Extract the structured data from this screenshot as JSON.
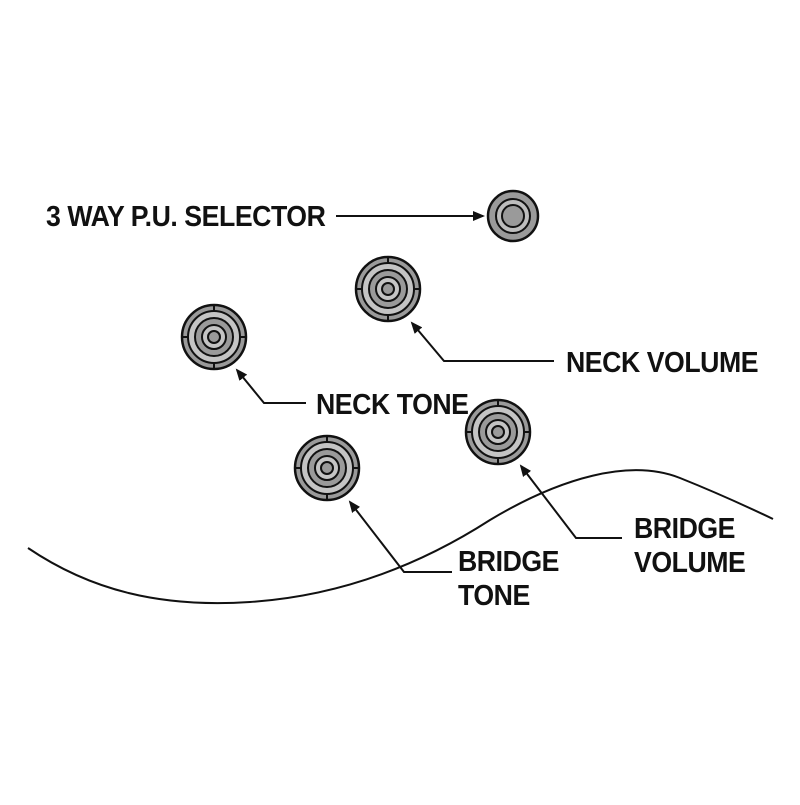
{
  "labels": {
    "selector": "3 WAY P.U. SELECTOR",
    "neck_volume": "NECK VOLUME",
    "neck_tone": "NECK TONE",
    "bridge_volume": [
      "BRIDGE",
      "VOLUME"
    ],
    "bridge_tone": [
      "BRIDGE",
      "TONE"
    ]
  },
  "colors": {
    "ink": "#111111",
    "knob_fill": "#9a9a9a",
    "knob_light": "#c4c4c4",
    "background": "#ffffff"
  },
  "icons": {
    "selector": "toggle-switch-icon",
    "knob": "knurled-knob-icon"
  }
}
